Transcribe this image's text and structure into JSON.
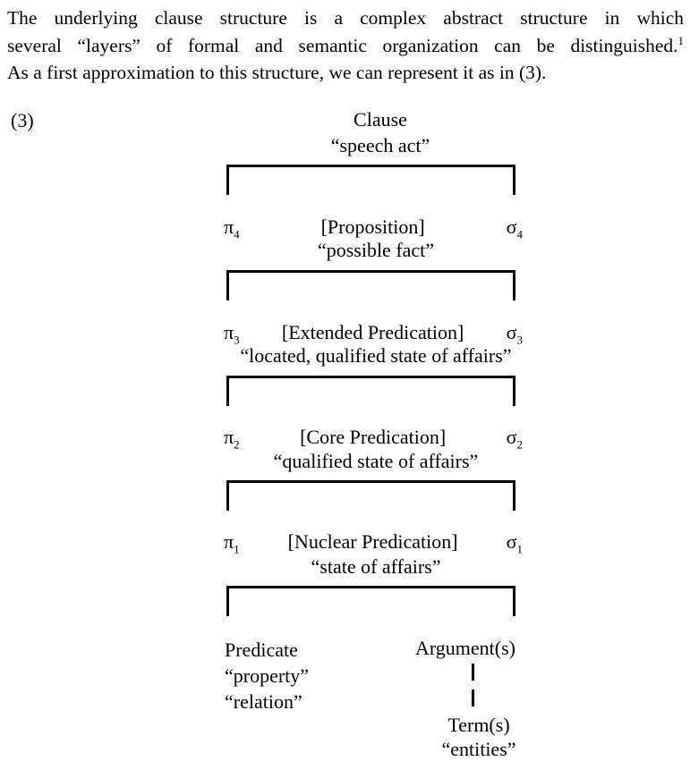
{
  "paragraph": {
    "line1": "The underlying clause structure is a complex abstract structure in which",
    "line2": "several “layers” of formal and semantic organization can be distinguished.",
    "line2_superscript": "1",
    "line3": "As a first approximation to this structure, we can represent it as in (3)."
  },
  "diagram": {
    "number": "(3)",
    "root": {
      "label": "Clause",
      "gloss": "“speech act”"
    },
    "levels": [
      {
        "pi": "π",
        "pi_sub": "4",
        "label": "[Proposition]",
        "sigma": "σ",
        "sigma_sub": "4",
        "gloss": "“possible fact”"
      },
      {
        "pi": "π",
        "pi_sub": "3",
        "label": "[Extended Predication]",
        "sigma": "σ",
        "sigma_sub": "3",
        "gloss": "“located, qualified state of affairs”"
      },
      {
        "pi": "π",
        "pi_sub": "2",
        "label": "[Core Predication]",
        "sigma": "σ",
        "sigma_sub": "2",
        "gloss": "“qualified state of affairs”"
      },
      {
        "pi": "π",
        "pi_sub": "1",
        "label": "[Nuclear Predication]",
        "sigma": "σ",
        "sigma_sub": "1",
        "gloss": "“state of affairs”"
      }
    ],
    "bottom": {
      "predicate_label": "Predicate",
      "predicate_gloss1": "“property”",
      "predicate_gloss2": "“relation”",
      "argument_label": "Argument(s)",
      "term_label": "Term(s)",
      "term_gloss": "“entities”"
    }
  },
  "colors": {
    "ink": "#000000",
    "paper": "#ffffff"
  }
}
